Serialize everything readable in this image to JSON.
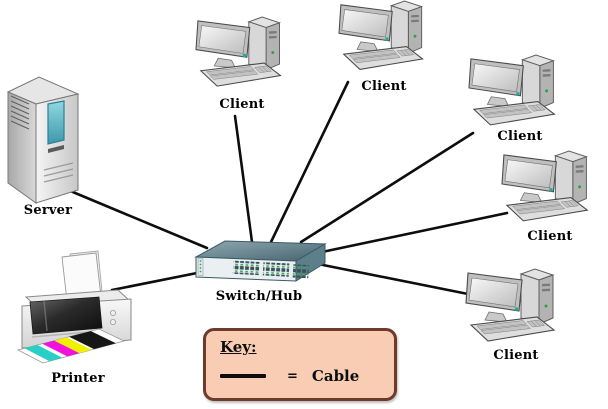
{
  "diagram": {
    "nodes": [
      {
        "id": "server",
        "type": "server",
        "label": "Server"
      },
      {
        "id": "printer",
        "type": "printer",
        "label": "Printer"
      },
      {
        "id": "switch",
        "type": "switch",
        "label": "Switch/Hub"
      },
      {
        "id": "client-1",
        "type": "client",
        "label": "Client"
      },
      {
        "id": "client-2",
        "type": "client",
        "label": "Client"
      },
      {
        "id": "client-3",
        "type": "client",
        "label": "Client"
      },
      {
        "id": "client-4",
        "type": "client",
        "label": "Client"
      },
      {
        "id": "client-5",
        "type": "client",
        "label": "Client"
      }
    ],
    "edges": [
      {
        "from": "server",
        "to": "switch",
        "type": "cable"
      },
      {
        "from": "printer",
        "to": "switch",
        "type": "cable"
      },
      {
        "from": "client-1",
        "to": "switch",
        "type": "cable"
      },
      {
        "from": "client-2",
        "to": "switch",
        "type": "cable"
      },
      {
        "from": "client-3",
        "to": "switch",
        "type": "cable"
      },
      {
        "from": "client-4",
        "to": "switch",
        "type": "cable"
      },
      {
        "from": "client-5",
        "to": "switch",
        "type": "cable"
      }
    ]
  },
  "key": {
    "title": "Key:",
    "equals_sign": "=",
    "cable_label": "Cable"
  },
  "colors": {
    "cable": "#0d0d0d",
    "key_fill": "#f8cdb4",
    "key_border": "#6e3a2b",
    "switch_teal": "#5d7f8a",
    "accent_teal": "#1fae9e",
    "led_green": "#34a853",
    "background": "#ffffff"
  }
}
